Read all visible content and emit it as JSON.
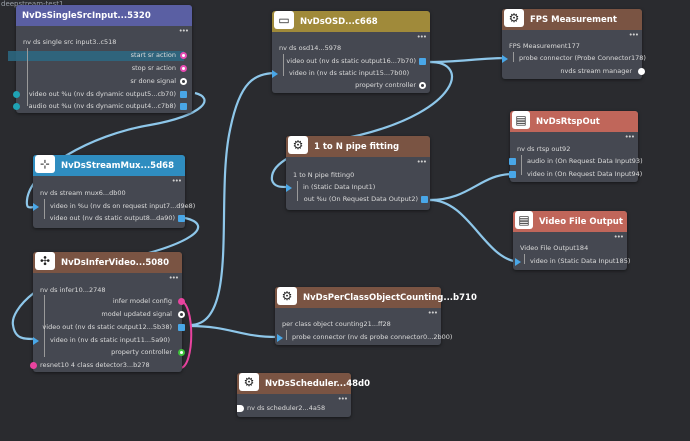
{
  "window": {
    "title": "deepstream-test1"
  },
  "colors": {
    "purple": "#5a5fa3",
    "olive": "#a08a3a",
    "blue": "#2f8dc0",
    "brown": "#7a5443",
    "pink": "#e9439f",
    "teal": "#1fa3b5",
    "wire": "#8ec7ea"
  },
  "nodes": {
    "src": {
      "title": "NvDsSingleSrcInput...5320",
      "header_color": "#5a5fa3",
      "instance": "nv ds single src input3..c518",
      "rows": [
        "start sr action",
        "stop sr action",
        "sr done signal",
        "video out %u (nv ds dynamic output5...cb70)",
        "audio out %u (nv ds dynamic output4...c7b8)"
      ]
    },
    "mux": {
      "title": "NvDsStreamMux...5d68",
      "header_color": "#2f8dc0",
      "instance": "nv ds stream mux6...db00",
      "rows": [
        "video in %u (nv ds on request input7...d9e8)",
        "video out (nv ds static output8...da90)"
      ]
    },
    "infer": {
      "title": "NvDsInferVideo...5080",
      "header_color": "#7a5443",
      "instance": "nv ds infer10...2748",
      "rows": [
        "infer model config",
        "model updated signal",
        "video out (nv ds static output12...5b38)",
        "video in (nv ds static input11...5a90)",
        "property controller"
      ],
      "footer": "resnet10 4 class detector3...b278"
    },
    "osd": {
      "title": "NvDsOSD...c668",
      "header_color": "#a08a3a",
      "instance": "nv ds osd14...5978",
      "rows": [
        "video out (nv ds static output16...7b70)",
        "video in (nv ds static input15...7b00)",
        "property controller"
      ]
    },
    "pipe": {
      "title": "1 to N pipe fitting",
      "header_color": "#7a5443",
      "instance": "1 to N pipe fitting0",
      "rows": [
        "in (Static Data Input1)",
        "out %u (On Request Data Output2)"
      ]
    },
    "fps": {
      "title": "FPS Measurement",
      "header_color": "#7a5443",
      "instance": "FPS Measurement177",
      "rows": [
        "probe connector (Probe Connector178)",
        "nvds stream manager"
      ]
    },
    "rtsp": {
      "title": "NvDsRtspOut",
      "header_color": "#c0665a",
      "instance": "nv ds rtsp out92",
      "rows": [
        "audio in (On Request Data Input93)",
        "video in (On Request Data Input94)"
      ]
    },
    "file": {
      "title": "Video File Output",
      "header_color": "#c0665a",
      "instance": "Video File Output184",
      "rows": [
        "video in (Static Data Input185)"
      ]
    },
    "perclass": {
      "title": "NvDsPerClassObjectCounting...b710",
      "header_color": "#7a5443",
      "instance": "per class object counting21...ff28",
      "rows": [
        "probe connector (nv ds probe connector0...2b00)"
      ]
    },
    "sched": {
      "title": "NvDsScheduler...48d0",
      "header_color": "#7a5443",
      "instance": "nv ds scheduler2...4a58"
    }
  },
  "menu_dots": "•••"
}
